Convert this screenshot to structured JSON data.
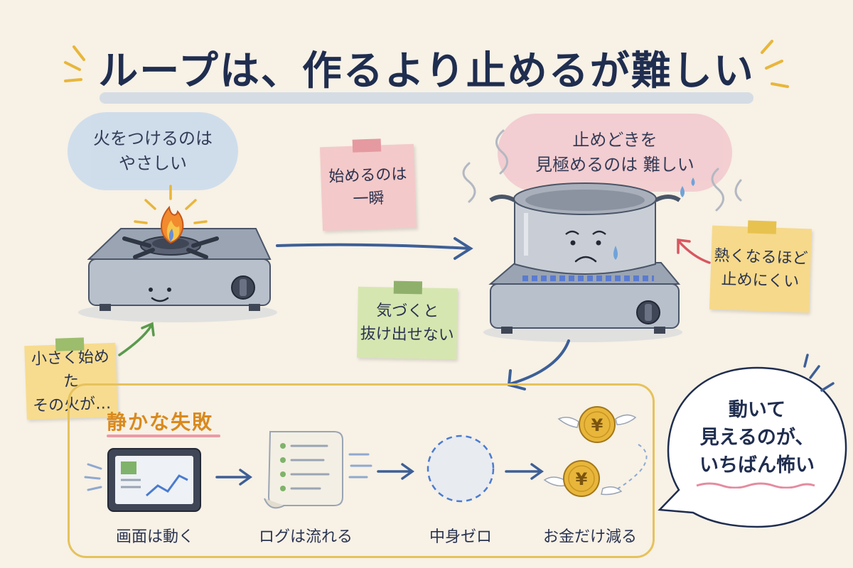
{
  "title": "ループは、作るより止めるが難しい",
  "cloud_left": {
    "line1": "火をつけるのは",
    "line2": "やさしい"
  },
  "cloud_right": {
    "line1": "止めどきを",
    "line2": "見極めるのは 難しい"
  },
  "note_start": {
    "line1": "始めるのは",
    "line2": "一瞬"
  },
  "note_trap": {
    "line1": "気づくと",
    "line2": "抜け出せない"
  },
  "note_small": {
    "line1": "小さく始めた",
    "line2": "その火が…"
  },
  "note_hot": {
    "line1": "熱くなるほど",
    "line2": "止めにくい"
  },
  "panel": {
    "title": "静かな失敗",
    "steps": [
      {
        "label": "画面は動く",
        "icon": "tablet-chart-icon"
      },
      {
        "label": "ログは流れる",
        "icon": "log-scroll-icon"
      },
      {
        "label": "中身ゼロ",
        "icon": "empty-circle-icon"
      },
      {
        "label": "お金だけ減る",
        "icon": "flying-yen-coins-icon"
      }
    ]
  },
  "bubble": {
    "line1": "動いて",
    "line2": "見えるのが、",
    "line3": "いちばん怖い"
  },
  "coin_symbol": "¥",
  "colors": {
    "navy": "#1f2d4f",
    "arrow_blue": "#3d5f96",
    "panel_border": "#e6c25c",
    "flame": "#f28a2e",
    "accent_orange": "#d98a1e"
  }
}
